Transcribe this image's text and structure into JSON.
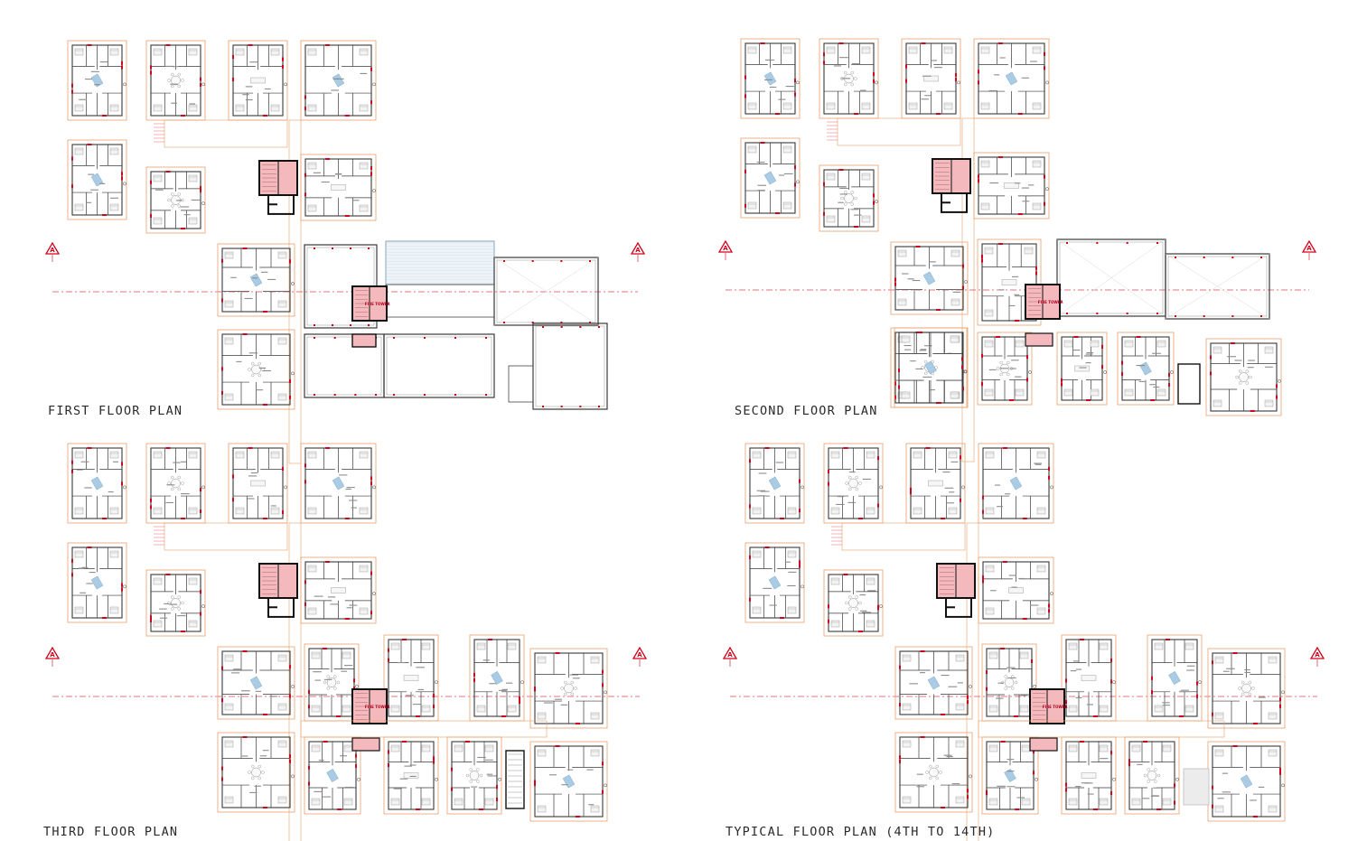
{
  "plans": [
    {
      "id": "first",
      "title": "FIRST FLOOR PLAN",
      "fire_tower": "FIRE TOWER",
      "section_marker": "A",
      "special_labels": []
    },
    {
      "id": "second",
      "title": "SECOND FLOOR PLAN",
      "fire_tower": "FIRE TOWER",
      "section_marker": "A",
      "special_labels": []
    },
    {
      "id": "third",
      "title": "THIRD FLOOR PLAN",
      "fire_tower": "FIRE TOWER",
      "section_marker": "A",
      "special_labels": []
    },
    {
      "id": "typical",
      "title": "TYPICAL FLOOR PLAN (4TH TO 14TH)",
      "fire_tower": "FIRE TOWER",
      "section_marker": "A",
      "special_labels": []
    }
  ],
  "colors": {
    "unit_border": "#e9a06b",
    "wall": "#3a3a3a",
    "fire_fill": "#f4b9bd",
    "fire_wall": "#111111",
    "section_line": "#e0455a",
    "glass": "#a9cbe3",
    "furniture": "#8a8a8a",
    "red_mark": "#d0021b"
  }
}
